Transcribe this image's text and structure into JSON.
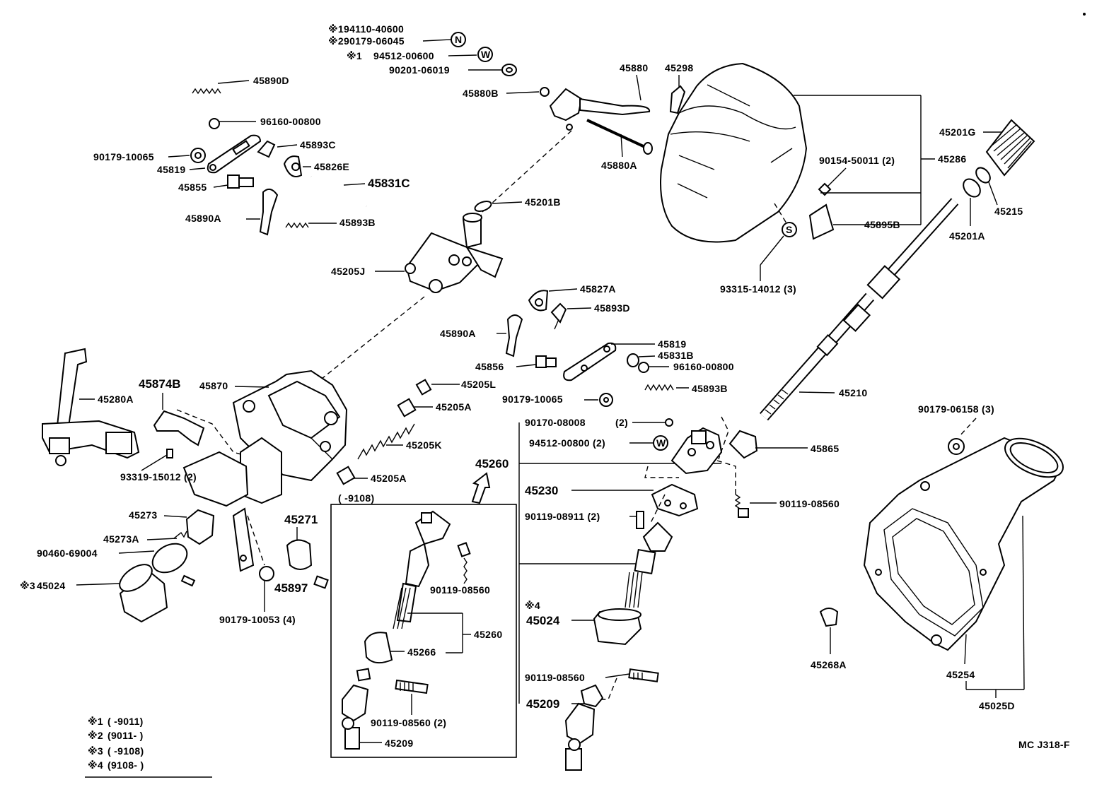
{
  "labels": {
    "n45890D": "45890D",
    "n96160a": "96160-00800",
    "n90179_10065a": "90179-10065",
    "n45819a": "45819",
    "n45893C": "45893C",
    "n45826E": "45826E",
    "n45855": "45855",
    "n45831C": "45831C",
    "n45890Aa": "45890A",
    "n45893Ba": "45893B",
    "n94110": "94110-40600",
    "n90179_06045": "90179-06045",
    "n94512_00600": "94512-00600",
    "n90201": "90201-06019",
    "mk1a": "※1",
    "mk2a": "※2",
    "mk1b": "※1",
    "circN": "N",
    "circW1": "W",
    "n45880B": "45880B",
    "n45880": "45880",
    "n45880A": "45880A",
    "n45298": "45298",
    "n45201B": "45201B",
    "n45205J": "45205J",
    "n90154": "90154-50011 (2)",
    "n45286": "45286",
    "n45895B": "45895B",
    "circS": "S",
    "n93315": "93315-14012 (3)",
    "n45201G": "45201G",
    "n45215": "45215",
    "n45201A": "45201A",
    "n45827A": "45827A",
    "n45893D": "45893D",
    "n45890Ab": "45890A",
    "n45819b": "45819",
    "n45831B": "45831B",
    "n45856": "45856",
    "n96160b": "96160-00800",
    "n45893Bb": "45893B",
    "n90179_10065b": "90179-10065",
    "n45210": "45210",
    "n45280A": "45280A",
    "n45874B": "45874B",
    "n45870": "45870",
    "n45205L": "45205L",
    "n45205Aa": "45205A",
    "n45205K": "45205K",
    "n45205Ab": "45205A",
    "n9108a": "(     -9108)",
    "n93319": "93319-15012 (2)",
    "n45273": "45273",
    "n45273A": "45273A",
    "n90460": "90460-69004",
    "mk3": "※3",
    "n45024a": "45024",
    "n45271": "45271",
    "n45897": "45897",
    "n90179_10053": "90179-10053 (4)",
    "n90170": "90170-08008",
    "n90170q": "(2)",
    "n94512_00800": "94512-00800 (2)",
    "circW2": "W",
    "n45260big": "45260",
    "n45865": "45865",
    "n45230": "45230",
    "n90119_08911": "90119-08911 (2)",
    "n90119_08560a": "90119-08560",
    "n90119_08560b": "90119-08560",
    "n45260box": "45260",
    "n45266": "45266",
    "mk4": "※4",
    "n45024b": "45024",
    "n90119_08560c": "90119-08560",
    "n90119_08560d": "90119-08560 (2)",
    "n45209a": "45209",
    "n45209b": "45209",
    "n90179_06158": "90179-06158 (3)",
    "n45268A": "45268A",
    "n45254": "45254",
    "n45025D": "45025D",
    "ref": "MC J318-F"
  },
  "legend": [
    {
      "mark": "※1",
      "range": "(      -9011)"
    },
    {
      "mark": "※2",
      "range": "(9011-       )"
    },
    {
      "mark": "※3",
      "range": "(      -9108)"
    },
    {
      "mark": "※4",
      "range": "(9108-       )"
    }
  ]
}
